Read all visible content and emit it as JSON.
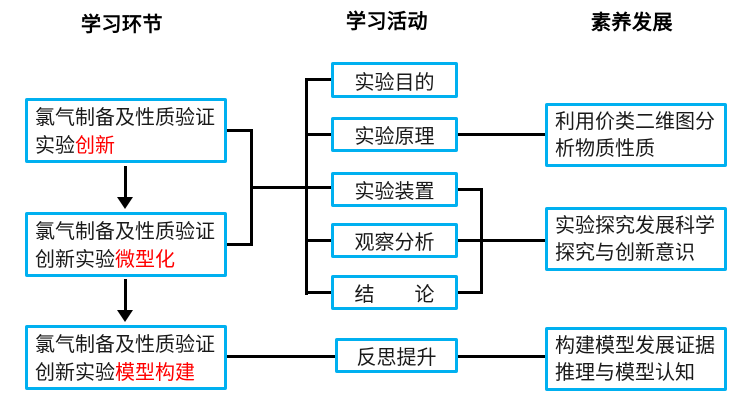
{
  "headers": [
    {
      "label": "学习环节"
    },
    {
      "label": "学习活动"
    },
    {
      "label": "素养发展"
    }
  ],
  "stages": [
    {
      "line1": "氯气制备及性质验证",
      "line2_black": "实验",
      "line2_red": "创新"
    },
    {
      "line1": "氯气制备及性质验证",
      "line2_black": "创新实验",
      "line2_red": "微型化"
    },
    {
      "line1": "氯气制备及性质验证",
      "line2_black": "创新实验",
      "line2_red": "模型构建"
    }
  ],
  "activities": [
    {
      "label": "实验目的"
    },
    {
      "label": "实验原理"
    },
    {
      "label": "实验装置"
    },
    {
      "label": "观察分析"
    },
    {
      "label": "结　　论"
    },
    {
      "label": "反思提升"
    }
  ],
  "outcomes": [
    {
      "text": "利用价类二维图分析物质性质"
    },
    {
      "text": "实验探究发展科学探究与创新意识"
    },
    {
      "text": "构建模型发展证据推理与模型认知"
    }
  ],
  "colors": {
    "box_border": "#00B0F0",
    "line": "#000000",
    "highlight": "#FF0000",
    "text": "#1A1A1A",
    "background": "#FFFFFF"
  }
}
